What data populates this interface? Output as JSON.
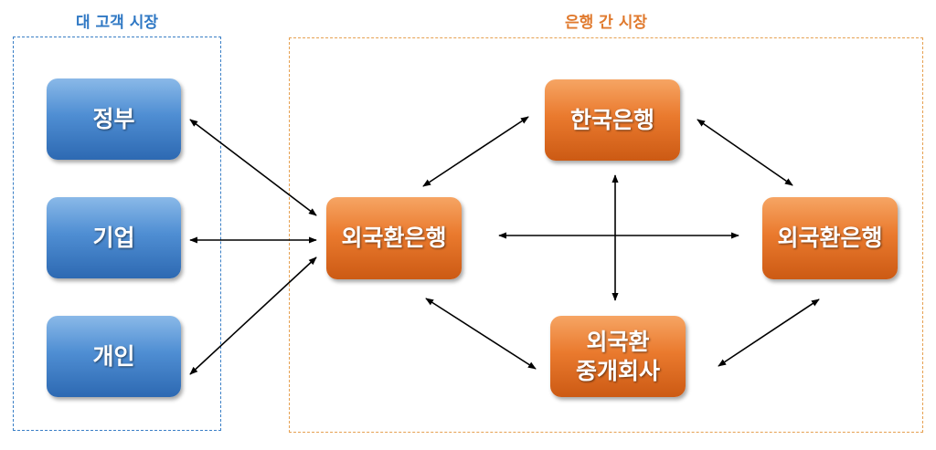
{
  "groups": {
    "customer_market": "대 고객 시장",
    "interbank_market": "은행 간 시장"
  },
  "nodes": {
    "government": "정부",
    "corporation": "기업",
    "individual": "개인",
    "bank_of_korea": "한국은행",
    "fx_bank_left": "외국환은행",
    "fx_bank_right": "외국환은행",
    "fx_broker_line1": "외국환",
    "fx_broker_line2": "중개회사"
  },
  "colors": {
    "customer_accent": "#2f78c4",
    "interbank_accent": "#e07a2e",
    "arrow": "#000000"
  }
}
